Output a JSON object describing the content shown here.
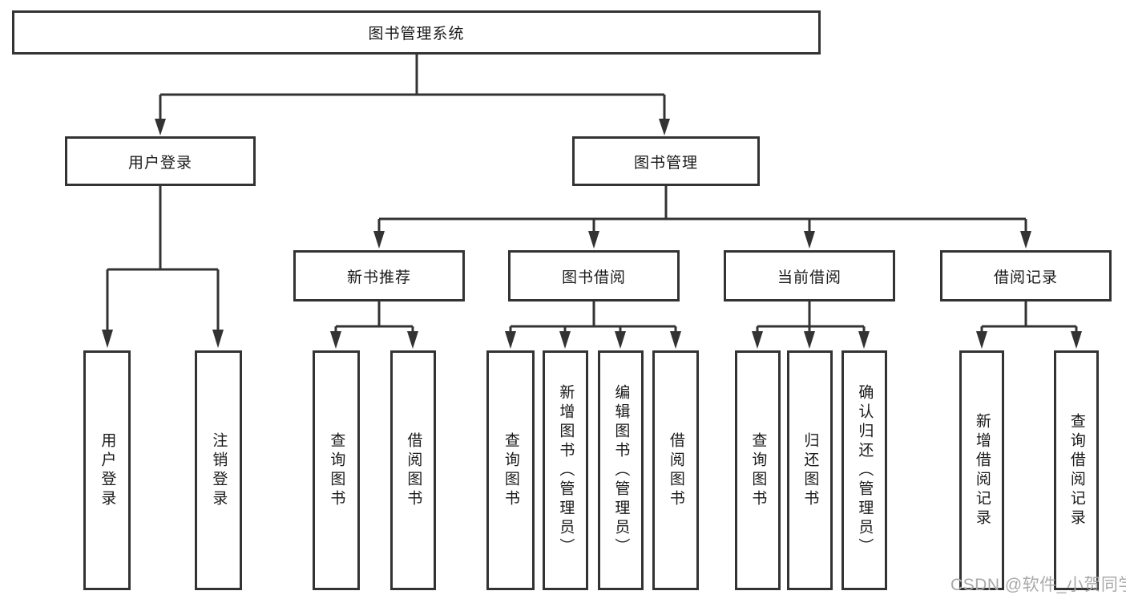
{
  "colors": {
    "line": "#333333",
    "text": "#1a1a1a",
    "bg": "#ffffff",
    "watermark": "#a9a9a9"
  },
  "watermark": {
    "text": "CSDN @软件_小贺同学"
  },
  "tree": {
    "label": "图书管理系统",
    "children": [
      {
        "label": "用户登录",
        "children": [
          {
            "label": "用户登录"
          },
          {
            "label": "注销登录"
          }
        ]
      },
      {
        "label": "图书管理",
        "children": [
          {
            "label": "新书推荐",
            "children": [
              {
                "label": "查询图书"
              },
              {
                "label": "借阅图书"
              }
            ]
          },
          {
            "label": "图书借阅",
            "children": [
              {
                "label": "查询图书"
              },
              {
                "label": "新增图书（管理员）"
              },
              {
                "label": "编辑图书（管理员）"
              },
              {
                "label": "借阅图书"
              }
            ]
          },
          {
            "label": "当前借阅",
            "children": [
              {
                "label": "查询图书"
              },
              {
                "label": "归还图书"
              },
              {
                "label": "确认归还（管理员）"
              }
            ]
          },
          {
            "label": "借阅记录",
            "children": [
              {
                "label": "新增借阅记录"
              },
              {
                "label": "查询借阅记录"
              }
            ]
          }
        ]
      }
    ]
  }
}
